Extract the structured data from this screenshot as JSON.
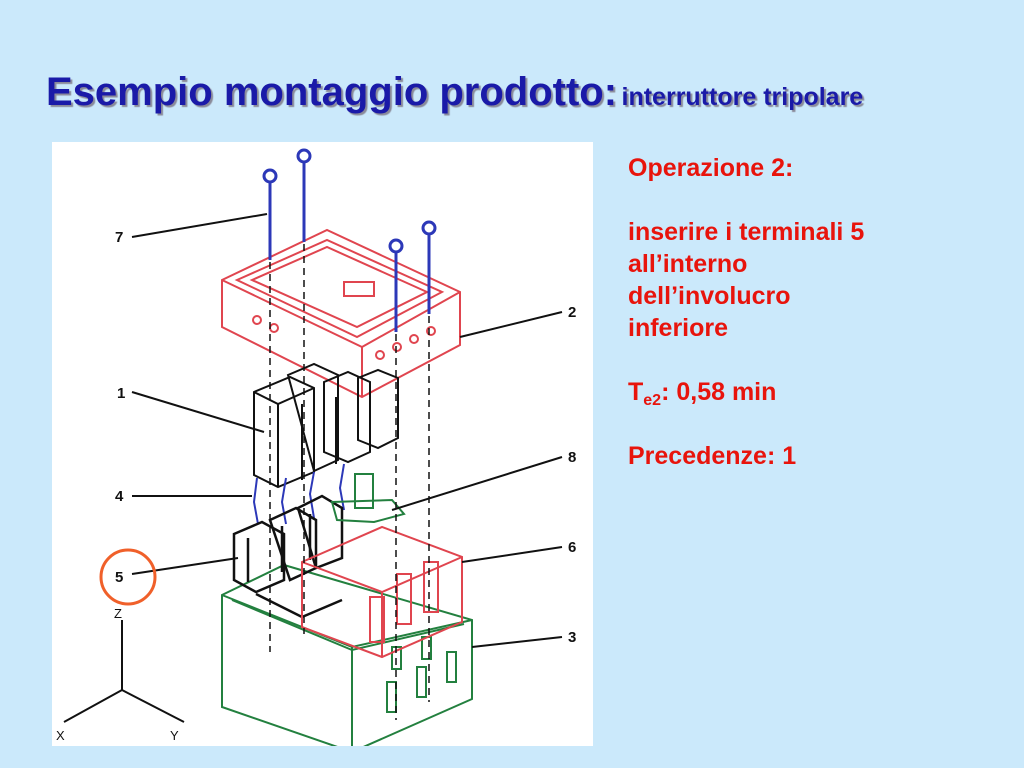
{
  "slide": {
    "title_main": "Esempio montaggio prodotto:",
    "title_sub": "interruttore tripolare"
  },
  "figure": {
    "labels": {
      "l7": "7",
      "l2": "2",
      "l1": "1",
      "l8": "8",
      "l4": "4",
      "l6": "6",
      "l5": "5",
      "l3": "3"
    },
    "axes": {
      "z": "Z",
      "x": "X",
      "y": "Y"
    },
    "colors": {
      "red": "#e0454f",
      "blue": "#2c38b8",
      "green": "#23803f",
      "black": "#111111",
      "highlight": "#f0602a"
    }
  },
  "panel": {
    "operation": "Operazione 2:",
    "instruction_lines": [
      "inserire i terminali 5",
      "all’interno",
      "dell’involucro",
      "inferiore"
    ],
    "time_symbol": "T",
    "time_subscript": "e2",
    "time_value": ": 0,58 min",
    "precedences": "Precedenze: 1"
  }
}
